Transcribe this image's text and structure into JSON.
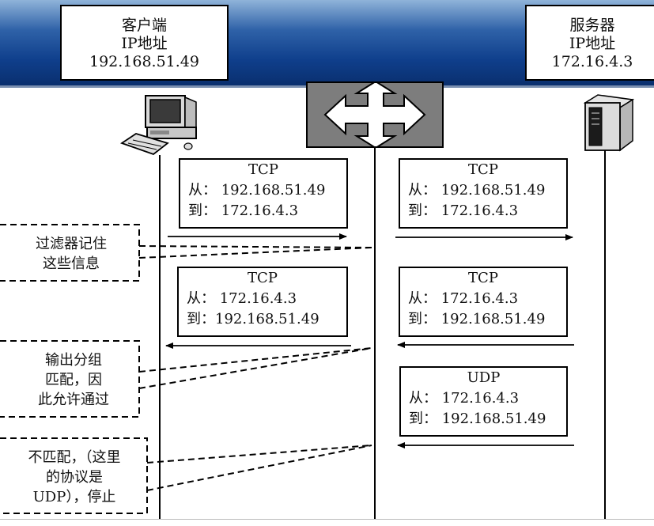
{
  "client": {
    "name": "客户端",
    "ip_label": "IP地址",
    "ip": "192.168.51.49"
  },
  "server": {
    "name": "服务器",
    "ip_label": "IP地址",
    "ip": "172.16.4.3"
  },
  "packets": {
    "out_client": {
      "proto": "TCP",
      "from": "从：  192.168.51.49",
      "to": "到：  172.16.4.3"
    },
    "out_server": {
      "proto": "TCP",
      "from": "从：  192.168.51.49",
      "to": "到：  172.16.4.3"
    },
    "in_client": {
      "proto": "TCP",
      "from": "从：  172.16.4.3",
      "to": "到：192.168.51.49"
    },
    "in_server": {
      "proto": "TCP",
      "from": "从：  172.16.4.3",
      "to": "到：  192.168.51.49"
    },
    "udp_server": {
      "proto": "UDP",
      "from": "从：  172.16.4.3",
      "to": "到：  192.168.51.49"
    }
  },
  "notes": {
    "remember": [
      "过滤器记住",
      "这些信息"
    ],
    "match": [
      "输出分组",
      "匹配，因",
      "此允许通过"
    ],
    "nomatch": [
      "不匹配，（这里",
      "的协议是",
      "UDP），停止"
    ]
  },
  "colors": {
    "banner_top": "#8fb3d9",
    "banner_bottom": "#0a2f6e",
    "switch_fill": "#7d7d7d"
  },
  "icons": {
    "client": "desktop-computer-icon",
    "server": "tower-server-icon",
    "filter": "four-way-arrow-icon"
  }
}
